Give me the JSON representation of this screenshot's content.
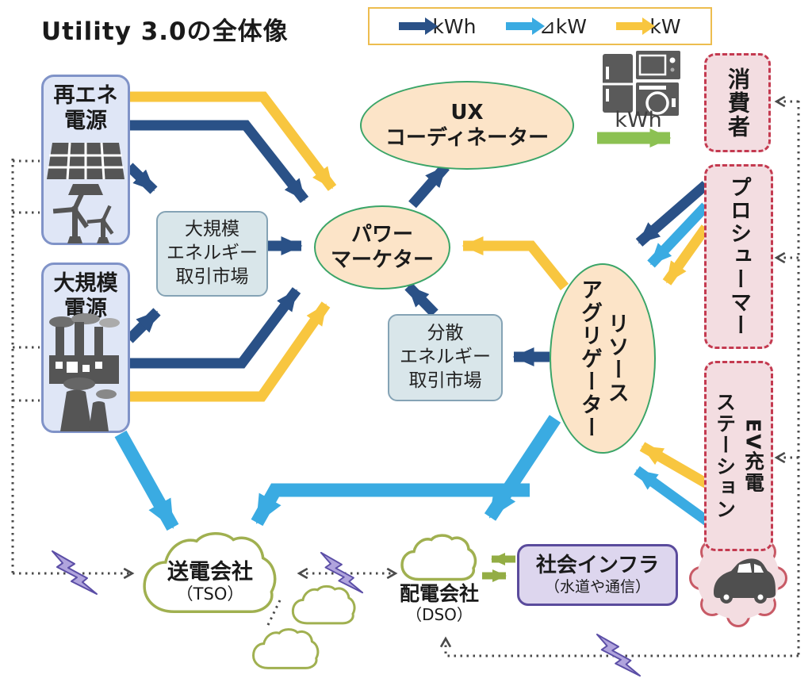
{
  "title": "Utility 3.0の全体像",
  "legend": {
    "kwh": "kWh",
    "delta_kw": "⊿kW",
    "kw": "kW"
  },
  "labels": {
    "appliance_kwh": "kWh"
  },
  "nodes": {
    "renewable": {
      "line1": "再エネ",
      "line2": "電源"
    },
    "large_power": {
      "line1": "大規模",
      "line2": "電源"
    },
    "market_large": {
      "line1": "大規模",
      "line2": "エネルギー",
      "line3": "取引市場"
    },
    "market_dist": {
      "line1": "分散",
      "line2": "エネルギー",
      "line3": "取引市場"
    },
    "power_marketer": {
      "line1": "パワー",
      "line2": "マーケター"
    },
    "ux_coordinator": {
      "line1": "UX",
      "line2": "コーディネーター"
    },
    "aggregator": {
      "line1": "リソース",
      "line2": "アグリゲーター"
    },
    "consumer": {
      "label": "消費者"
    },
    "prosumer": {
      "label": "プロシューマー"
    },
    "ev_station": {
      "line1": "EV充電",
      "line2": "ステーション"
    },
    "tso": {
      "line1": "送電会社",
      "line2": "（TSO）"
    },
    "dso": {
      "line1": "配電会社",
      "line2": "（DSO）"
    },
    "infra": {
      "line1": "社会インフラ",
      "line2": "（水道や通信）"
    }
  },
  "colors": {
    "kwh_navy": "#2a5187",
    "delta_kw_blue": "#3aabe2",
    "kw_yellow": "#f8c63f",
    "kwh_green": "#8cc152",
    "infra_green": "#93ad44",
    "cloud_olive": "#a0b050",
    "dashed_red": "#c43a50",
    "infra_purple": "#5a4b9c",
    "node_peach": "#fce4c8",
    "node_green_border": "#3ba568"
  }
}
